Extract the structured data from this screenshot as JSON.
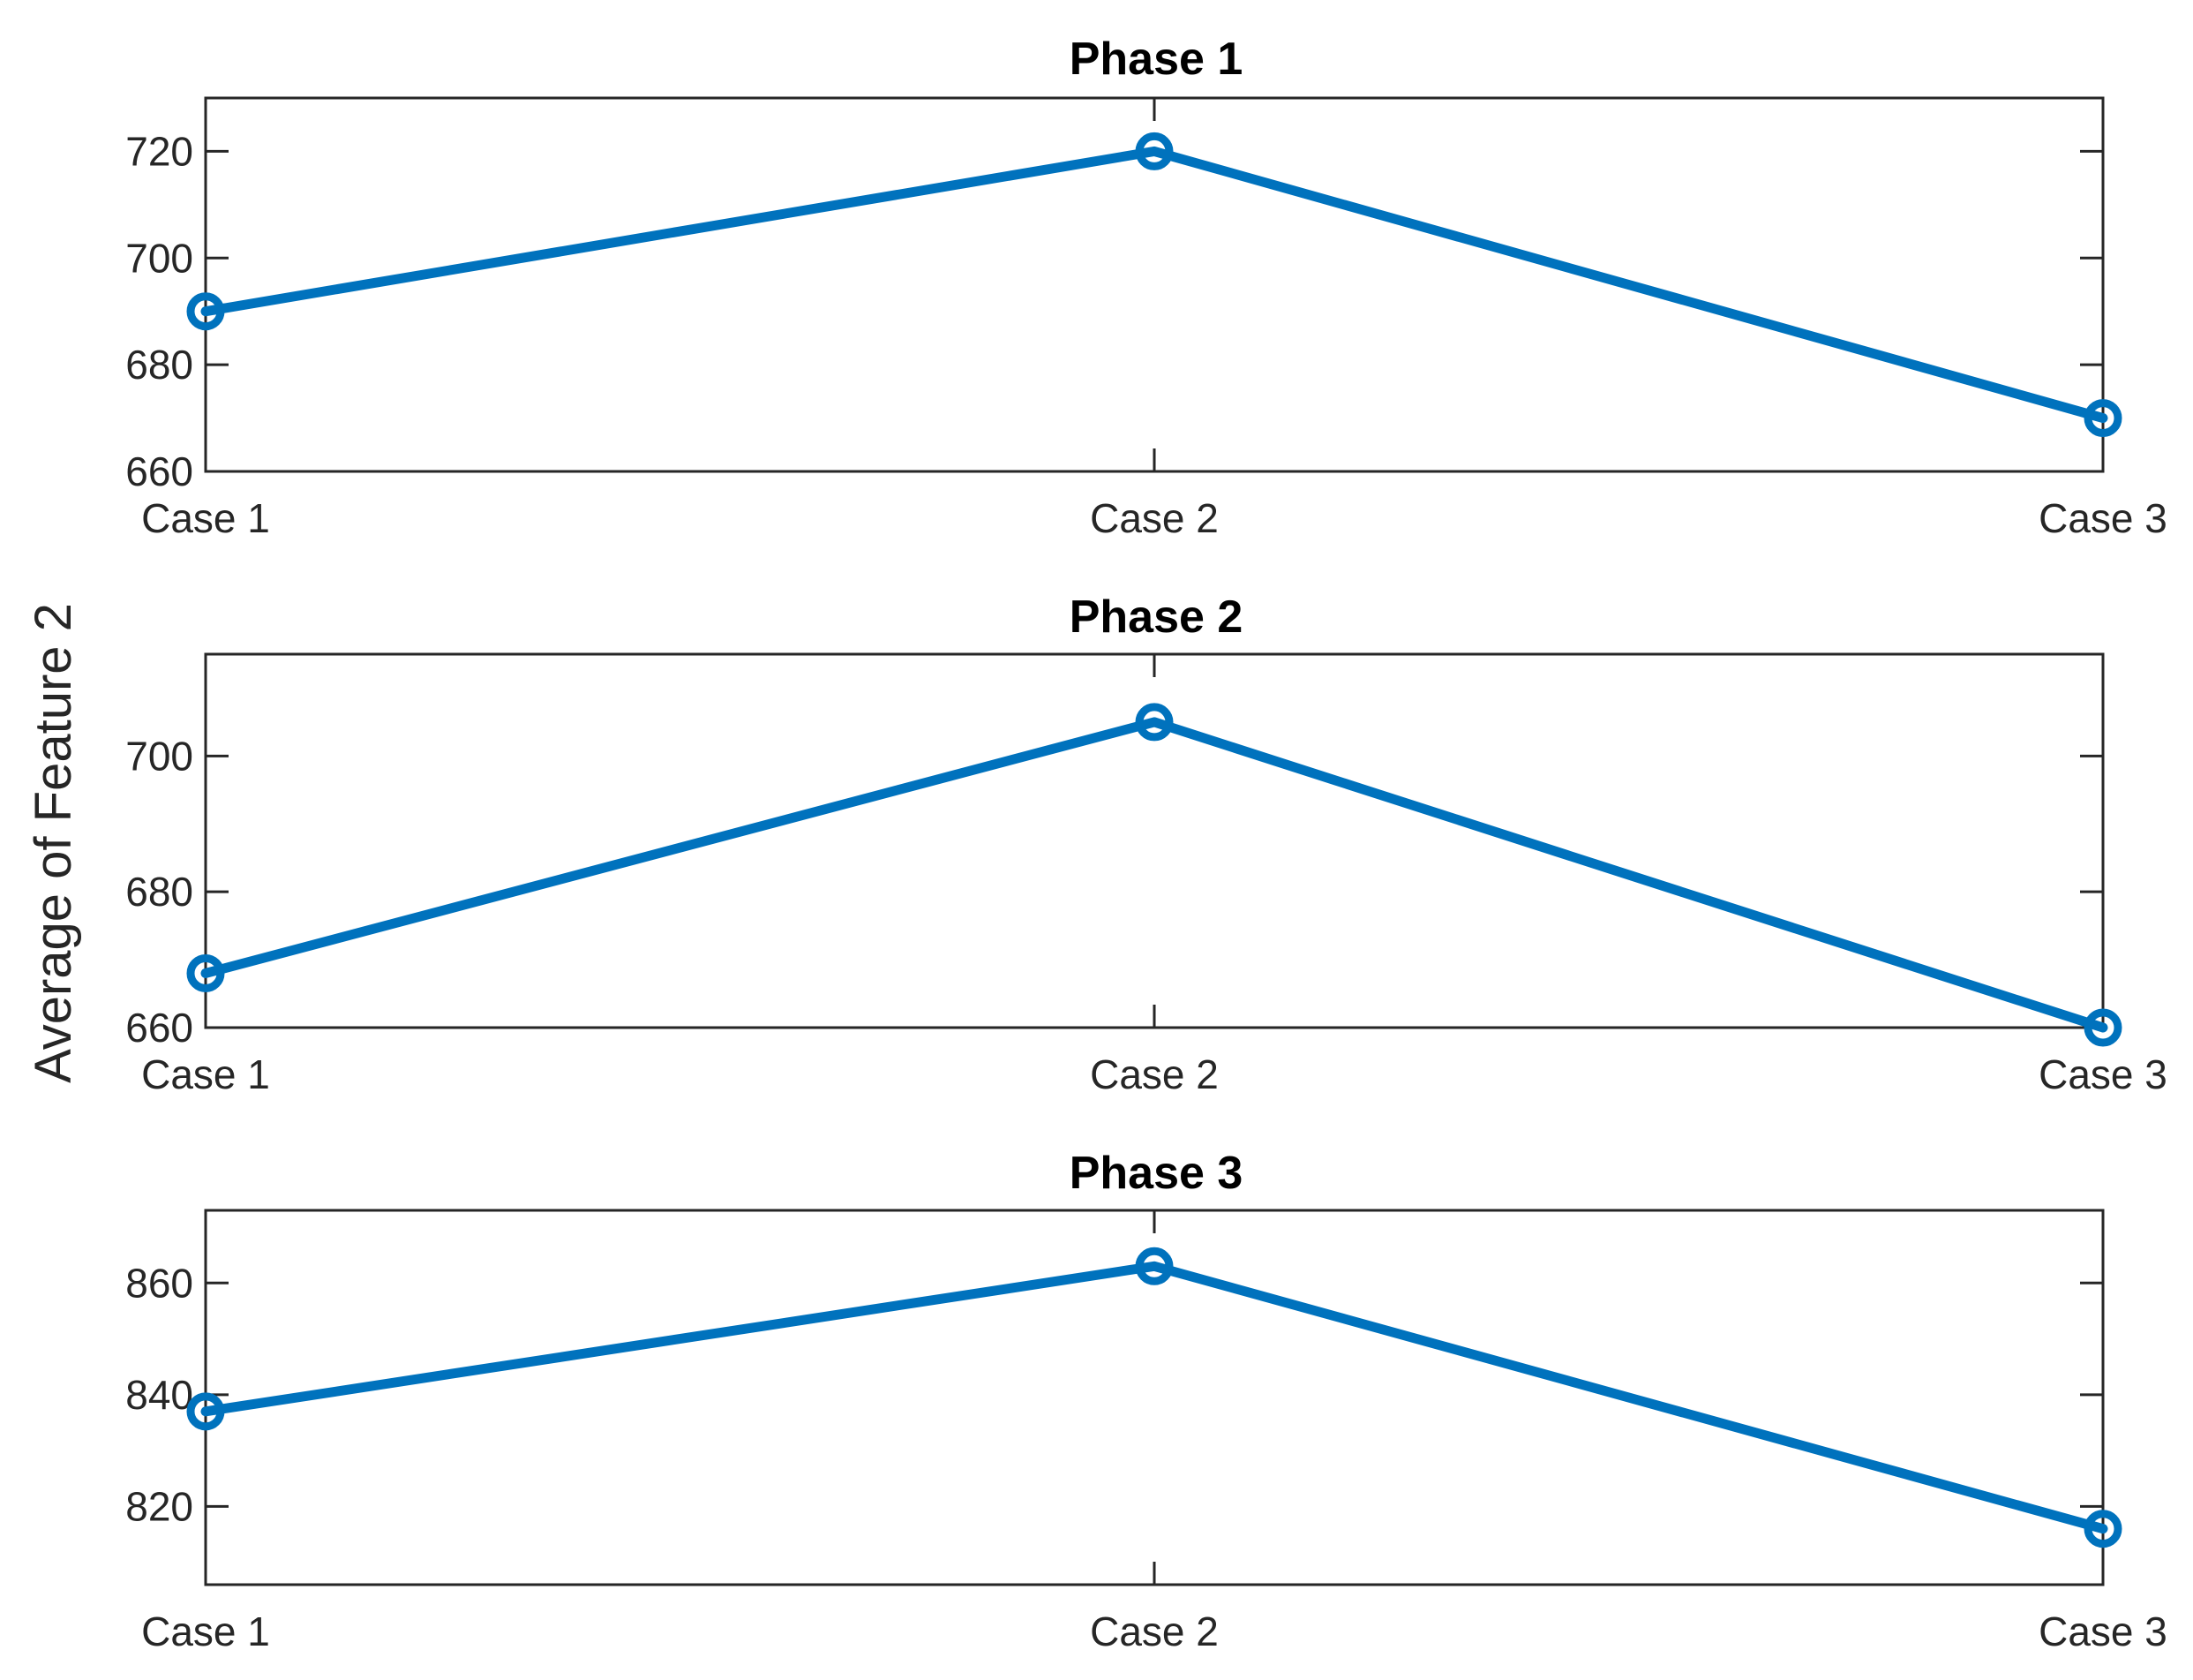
{
  "chart_data": {
    "type": "line",
    "ylabel": "Average of Feature 2",
    "categories": [
      "Case 1",
      "Case 2",
      "Case 3"
    ],
    "line_color": "#0072BD",
    "grid": false,
    "panels": [
      {
        "title": "Phase 1",
        "values": [
          690,
          720,
          670
        ],
        "ylim": [
          660,
          730
        ],
        "yticks": [
          660,
          680,
          700,
          720
        ]
      },
      {
        "title": "Phase 2",
        "values": [
          668,
          705,
          660
        ],
        "ylim": [
          660,
          715
        ],
        "yticks": [
          660,
          680,
          700
        ]
      },
      {
        "title": "Phase 3",
        "values": [
          837,
          863,
          816
        ],
        "ylim": [
          806,
          873
        ],
        "yticks": [
          820,
          840,
          860
        ]
      }
    ]
  }
}
